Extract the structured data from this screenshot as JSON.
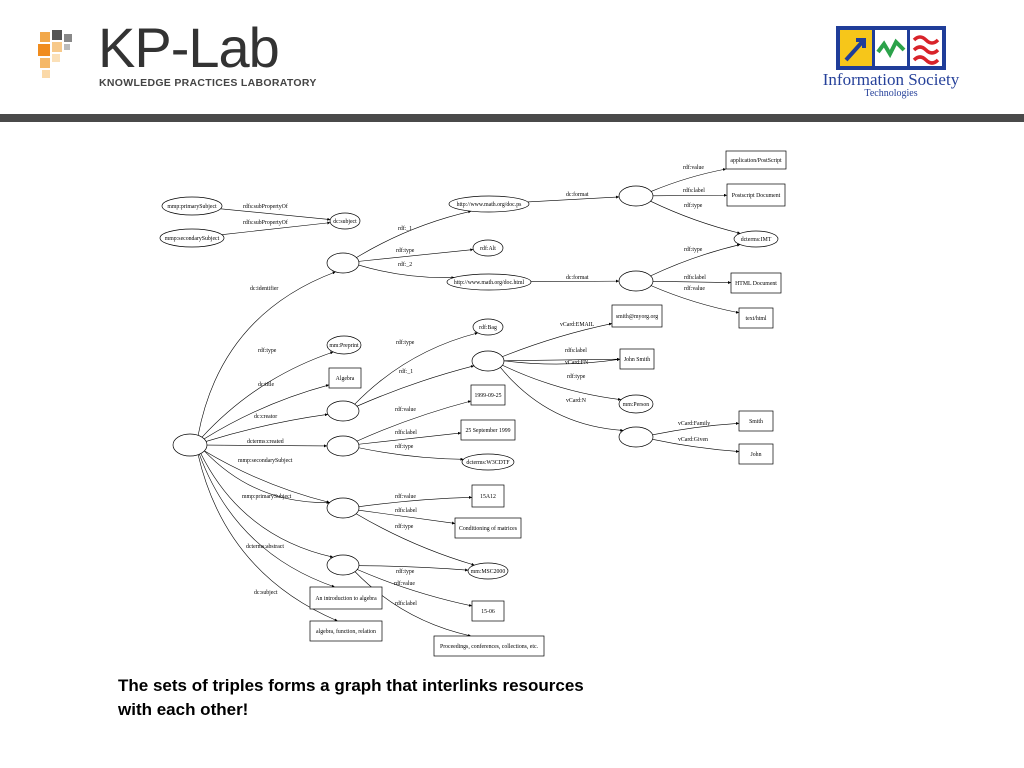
{
  "header": {
    "kp_title": "KP-Lab",
    "kp_subtitle": "KNOWLEDGE PRACTICES LABORATORY",
    "ist_line1": "Information Society",
    "ist_line2": "Technologies",
    "bar_color": "#4a4a4a",
    "ist_color": "#26419a"
  },
  "graph": {
    "nodes": [
      {
        "id": "primarySubject",
        "label": "mmp:primarySubject",
        "shape": "ellipse"
      },
      {
        "id": "secondarySubject",
        "label": "mmp:secondarySubject",
        "shape": "ellipse"
      },
      {
        "id": "dcsubjectNode",
        "label": "dc:subject",
        "shape": "ellipse"
      },
      {
        "id": "mathDocPs",
        "label": "http://www.math.org/doc.ps",
        "shape": "ellipse"
      },
      {
        "id": "mathDocHtml",
        "label": "http://www.math.org/doc.html",
        "shape": "ellipse"
      },
      {
        "id": "rdfAlt",
        "label": "rdf:Alt",
        "shape": "ellipse"
      },
      {
        "id": "rdfBag",
        "label": "rdf:Bag",
        "shape": "ellipse"
      },
      {
        "id": "mmPreprint",
        "label": "mm:Preprint",
        "shape": "ellipse"
      },
      {
        "id": "algebra",
        "label": "Algebra",
        "shape": "box"
      },
      {
        "id": "appPostscript",
        "label": "application/PostScript",
        "shape": "box"
      },
      {
        "id": "postscriptDoc",
        "label": "Postscript Document",
        "shape": "box"
      },
      {
        "id": "dctermsIMT",
        "label": "dcterms:IMT",
        "shape": "ellipse"
      },
      {
        "id": "htmlDoc",
        "label": "HTML Document",
        "shape": "box"
      },
      {
        "id": "texthtml",
        "label": "text/html",
        "shape": "box"
      },
      {
        "id": "email",
        "label": "smith@myorg.org",
        "shape": "box"
      },
      {
        "id": "johnSmith",
        "label": "John Smith",
        "shape": "box"
      },
      {
        "id": "mmPerson",
        "label": "mm:Person",
        "shape": "ellipse"
      },
      {
        "id": "smith",
        "label": "Smith",
        "shape": "box"
      },
      {
        "id": "john",
        "label": "John",
        "shape": "box"
      },
      {
        "id": "date1",
        "label": "1999-09-25",
        "shape": "box"
      },
      {
        "id": "date2",
        "label": "25 September 1999",
        "shape": "box"
      },
      {
        "id": "w3cdtf",
        "label": "dcterms:W3CDTF",
        "shape": "ellipse"
      },
      {
        "id": "code15A12",
        "label": "15A12",
        "shape": "box"
      },
      {
        "id": "conditioning",
        "label": "Conditioning of matrices",
        "shape": "box"
      },
      {
        "id": "msc2000",
        "label": "mm:MSC2000",
        "shape": "ellipse"
      },
      {
        "id": "code1506",
        "label": "15-06",
        "shape": "box"
      },
      {
        "id": "proceedings",
        "label": "Proceedings, conferences, collections, etc.",
        "shape": "box"
      },
      {
        "id": "introAlgebra",
        "label": "An introduction to algebra",
        "shape": "box"
      },
      {
        "id": "keywords",
        "label": "algebra, function, relation",
        "shape": "box"
      }
    ],
    "edge_labels": [
      "rdfs:subPropertyOf",
      "rdfs:subPropertyOf",
      "dc:identifier",
      "rdf:type",
      "dc:title",
      "dc:creator",
      "dcterms:created",
      "mmp:secondarySubject",
      "mmp:primarySubject",
      "dcterms:abstract",
      "dc:subject",
      "rdf:_1",
      "rdf:type",
      "rdf:_2",
      "dc:format",
      "dc:format",
      "rdf:value",
      "rdfs:label",
      "rdf:type",
      "rdf:type",
      "rdfs:label",
      "rdf:value",
      "rdf:type",
      "rdf:_1",
      "vCard:EMAIL",
      "rdfs:label",
      "vCard:FN",
      "rdf:type",
      "vCard:N",
      "vCard:Family",
      "vCard:Given",
      "rdf:value",
      "rdfs:label",
      "rdf:type",
      "rdf:value",
      "rdfs:label",
      "rdf:type",
      "rdf:type",
      "rdf:value",
      "rdfs:label"
    ]
  },
  "caption": "The sets of triples forms a graph that interlinks resources with each other!"
}
